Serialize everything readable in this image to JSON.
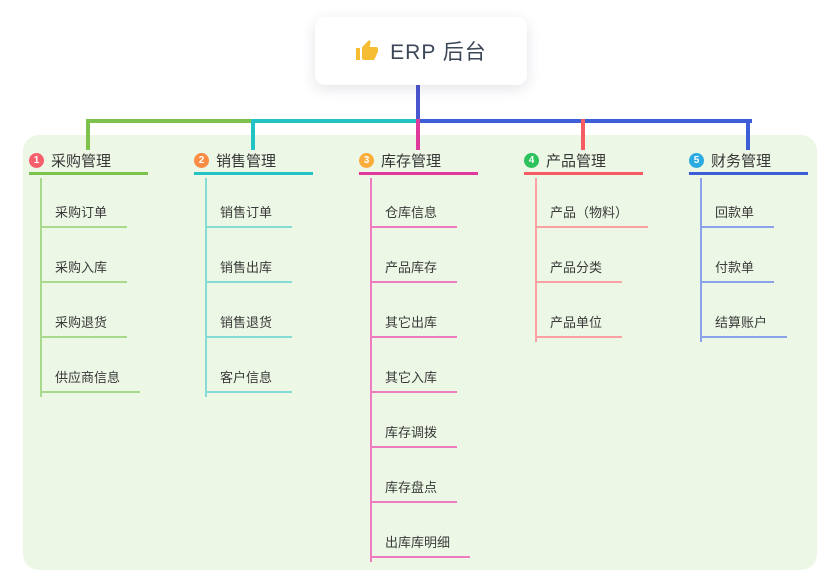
{
  "root": {
    "icon": "thumbs-up-icon",
    "label": "ERP 后台"
  },
  "palette": {
    "page_bg": "#ffffff",
    "canvas_bg": "#ecf7e6",
    "text": "#3b4656",
    "root_stem": "#4a55d0",
    "branch1": {
      "line": "#7ec24e",
      "child_line": "#a9d98c",
      "badge": "#f75f6d"
    },
    "branch2": {
      "line": "#23c3c3",
      "child_line": "#84dcd5",
      "badge": "#fb8c44"
    },
    "branch3": {
      "line": "#e0399c",
      "child_line": "#ef7cbe",
      "badge": "#fbad3c"
    },
    "branch4": {
      "line": "#f85b62",
      "child_line": "#fba0a3",
      "badge": "#2ec25d"
    },
    "branch5": {
      "line": "#3d5ed6",
      "child_line": "#8aa3e8",
      "badge": "#2caae2"
    }
  },
  "branches": [
    {
      "index": "1",
      "label": "采购管理",
      "children": [
        "采购订单",
        "采购入库",
        "采购退货",
        "供应商信息"
      ]
    },
    {
      "index": "2",
      "label": "销售管理",
      "children": [
        "销售订单",
        "销售出库",
        "销售退货",
        "客户信息"
      ]
    },
    {
      "index": "3",
      "label": "库存管理",
      "children": [
        "仓库信息",
        "产品库存",
        "其它出库",
        "其它入库",
        "库存调拨",
        "库存盘点",
        "出库库明细"
      ]
    },
    {
      "index": "4",
      "label": "产品管理",
      "children": [
        "产品（物料）",
        "产品分类",
        "产品单位"
      ]
    },
    {
      "index": "5",
      "label": "财务管理",
      "children": [
        "回款单",
        "付款单",
        "结算账户"
      ]
    }
  ]
}
